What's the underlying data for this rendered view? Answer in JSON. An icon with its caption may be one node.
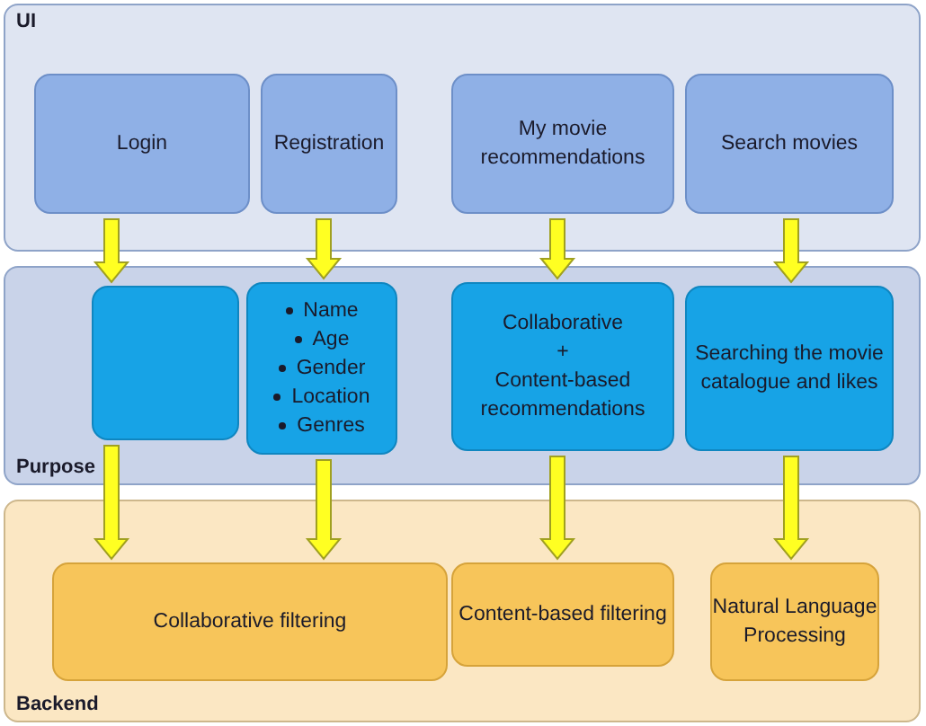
{
  "diagram": {
    "nodes": [
      {
        "text": [
          "UI"
        ]
      },
      {
        "text": [
          "Login"
        ],
        "in": 0
      },
      {
        "text": [
          "Registration"
        ],
        "in": 0
      },
      {
        "text": [
          "My movie recommendations"
        ],
        "in": 0
      },
      {
        "text": [
          "Search movies"
        ],
        "in": 0
      },
      {
        "text": [
          "Purpose"
        ]
      },
      {
        "text": [],
        "shape": "box",
        "in": 5
      },
      {
        "text": [
          "Name",
          "Age",
          "Gender",
          "Location",
          "Genres"
        ],
        "in": 5
      },
      {
        "text": [
          "Collaborative",
          "+",
          "Content-based recommendations"
        ],
        "in": 5
      },
      {
        "text": [
          "Searching the movie catalogue and likes"
        ],
        "in": 5
      },
      {
        "text": [
          "Backend"
        ]
      },
      {
        "text": [
          "Collaborative filtering"
        ],
        "in": 10
      },
      {
        "text": [
          "Content-based filtering"
        ],
        "in": 10
      },
      {
        "text": [
          "Natural Language Processing"
        ],
        "in": 10
      }
    ],
    "edges": [
      {
        "from": 1,
        "to": 6,
        "arrow": "to"
      },
      {
        "from": 2,
        "to": 7,
        "arrow": "to"
      },
      {
        "from": 3,
        "to": 8,
        "arrow": "to"
      },
      {
        "from": 4,
        "to": 9,
        "arrow": "to"
      },
      {
        "from": 6,
        "to": 11,
        "arrow": "to"
      },
      {
        "from": 7,
        "to": 11,
        "arrow": "to"
      },
      {
        "from": 8,
        "to": 12,
        "arrow": "to"
      },
      {
        "from": 9,
        "to": 13,
        "arrow": "to"
      }
    ]
  }
}
